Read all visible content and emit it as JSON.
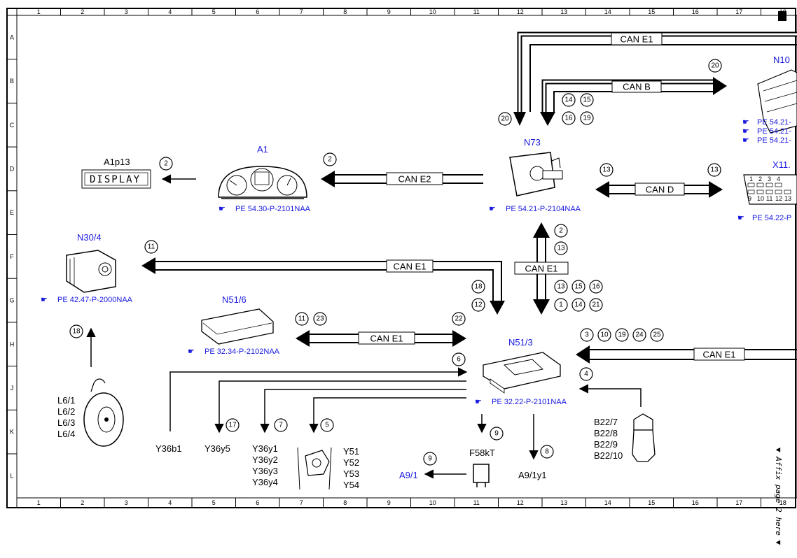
{
  "grid": {
    "columns": [
      "1",
      "2",
      "3",
      "4",
      "5",
      "6",
      "7",
      "8",
      "9",
      "10",
      "11",
      "12",
      "13",
      "14",
      "15",
      "16",
      "17",
      "18"
    ],
    "rows": [
      "A",
      "B",
      "C",
      "D",
      "E",
      "F",
      "G",
      "H",
      "J",
      "K",
      "L"
    ]
  },
  "components": {
    "a1p13": "A1p13",
    "display_text": "DISPLAY",
    "a1": "A1",
    "n73": "N73",
    "n10": "N10",
    "x11": "X11.",
    "n30_4": "N30/4",
    "n51_6": "N51/6",
    "n51_3": "N51/3",
    "l6": [
      "L6/1",
      "L6/2",
      "L6/3",
      "L6/4"
    ],
    "y36b1": "Y36b1",
    "y36y5": "Y36y5",
    "y36y": [
      "Y36y1",
      "Y36y2",
      "Y36y3",
      "Y36y4"
    ],
    "y5": [
      "Y51",
      "Y52",
      "Y53",
      "Y54"
    ],
    "f58kt": "F58kT",
    "a9_1": "A9/1",
    "a9_1y1": "A9/1y1",
    "b22": [
      "B22/7",
      "B22/8",
      "B22/9",
      "B22/10"
    ],
    "x11_pins_top": [
      "1",
      "2",
      "3",
      "4"
    ],
    "x11_pins_bottom": [
      "9",
      "10",
      "11",
      "12",
      "13"
    ]
  },
  "refs": {
    "a1": "PE 54.30-P-2101NAA",
    "n73": "PE 54.21-P-2104NAA",
    "n30_4": "PE 42.47-P-2000NAA",
    "n51_6": "PE 32.34-P-2102NAA",
    "n51_3": "PE 32.22-P-2101NAA",
    "x11": "PE 54.22-P",
    "n10": [
      "PE 54.21-",
      "PE 54.21-",
      "PE 54.21-"
    ]
  },
  "buses": {
    "can_e1": "CAN E1",
    "can_b": "CAN B",
    "can_e2": "CAN E2",
    "can_d": "CAN D"
  },
  "numbers": {
    "n20a": "20",
    "n20b": "20",
    "n14": "14",
    "n15": "15",
    "n16": "16",
    "n19": "19",
    "n2_disp": "2",
    "n2_a1": "2",
    "n13_left": "13",
    "n13_right": "13",
    "n2_vert": "2",
    "n13_vert": "13",
    "n11_n30": "11",
    "g13": "13",
    "g15": "15",
    "g16": "16",
    "g1": "1",
    "g14": "14",
    "g21": "21",
    "n18_g": "18",
    "n12_g": "12",
    "n11_h": "11",
    "n23_h": "23",
    "n22_h": "22",
    "n3": "3",
    "n10": "10",
    "n19_h": "19",
    "n24": "24",
    "n25": "25",
    "n18_l6": "18",
    "n6": "6",
    "n4": "4",
    "n17": "17",
    "n7": "7",
    "n5": "5",
    "n9_f58": "9",
    "n8": "8",
    "n9_a9": "9"
  },
  "affix_note": "▼ Affix page 2 here ▼"
}
